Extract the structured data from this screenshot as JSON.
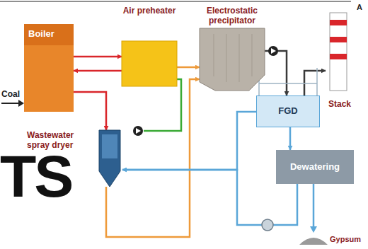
{
  "diagram": {
    "nodes": [
      {
        "text": [
          "Boiler"
        ]
      },
      {
        "text": [
          "Air preheater"
        ]
      },
      {
        "text": [
          "Electrostatic precipitator"
        ]
      },
      {
        "text": [
          "Stack"
        ]
      },
      {
        "text": [
          "FGD"
        ]
      },
      {
        "text": [
          "Wastewater spray dryer"
        ]
      },
      {
        "text": [
          "Dewatering"
        ]
      }
    ],
    "edges": [
      {
        "from": 0,
        "to": 1,
        "arrow": "to"
      },
      {
        "from": 1,
        "to": 0,
        "arrow": "to"
      },
      {
        "from": 1,
        "to": 2,
        "arrow": "to"
      },
      {
        "from": 2,
        "to": 4,
        "arrow": "to"
      },
      {
        "from": 4,
        "to": 3,
        "arrow": "to"
      },
      {
        "from": 0,
        "to": 5,
        "arrow": "to"
      },
      {
        "from": 5,
        "to": 2,
        "arrow": "to"
      },
      {
        "from": 4,
        "to": 6,
        "arrow": "to"
      },
      {
        "from": 6,
        "to": 5,
        "arrow": "to"
      },
      {
        "from": 4,
        "to": 5,
        "arrow": "to"
      }
    ],
    "labels": [
      "A",
      "Coal",
      "TS",
      "Gypsum"
    ]
  }
}
